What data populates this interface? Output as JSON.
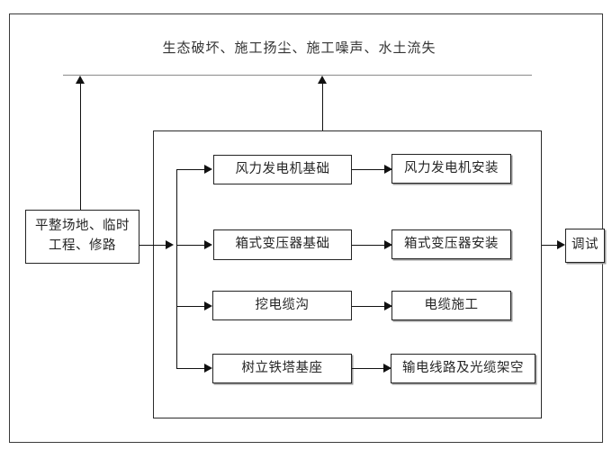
{
  "diagram": {
    "title_caption": "生态破坏、施工扬尘、施工噪声、水土流失",
    "start_node": "平整场地、临时工程、修路",
    "end_node": "调试",
    "stages": [
      {
        "preparation": "风力发电机基础",
        "installation": "风力发电机安装"
      },
      {
        "preparation": "箱式变压器基础",
        "installation": "箱式变压器安装"
      },
      {
        "preparation": "挖电缆沟",
        "installation": "电缆施工"
      },
      {
        "preparation": "树立铁塔基座",
        "installation": "输电线路及光缆架空"
      }
    ]
  },
  "colors": {
    "line": "#111111",
    "frame": "#2b2b2b",
    "caption_rule": "#8a8a8a",
    "text": "#262626"
  }
}
